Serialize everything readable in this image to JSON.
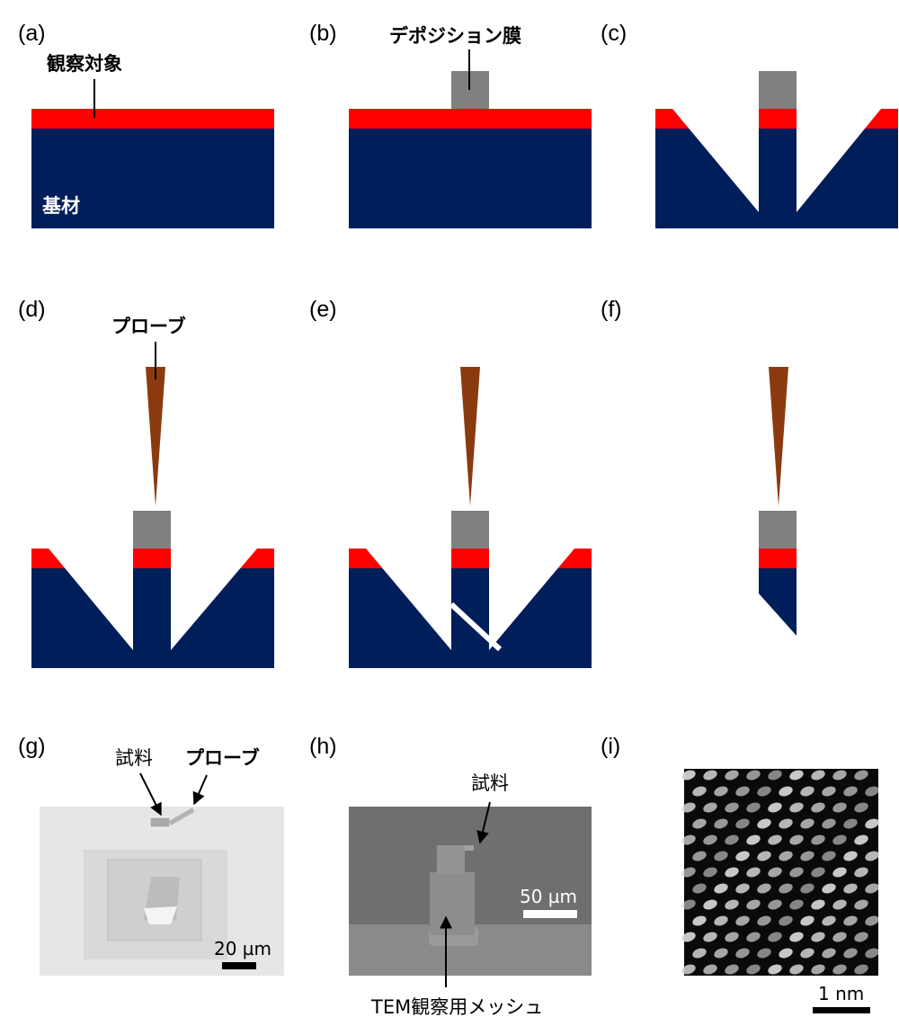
{
  "panels": {
    "a": {
      "tag": "(a)",
      "target_label": "観察対象",
      "substrate_label": "基材"
    },
    "b": {
      "tag": "(b)",
      "deposition_label": "デポジション膜"
    },
    "c": {
      "tag": "(c)"
    },
    "d": {
      "tag": "(d)",
      "probe_label": "プローブ"
    },
    "e": {
      "tag": "(e)"
    },
    "f": {
      "tag": "(f)"
    },
    "g": {
      "tag": "(g)",
      "sample_label": "試料",
      "probe_label": "プローブ",
      "scale_label": "20 µm"
    },
    "h": {
      "tag": "(h)",
      "sample_label": "試料",
      "mesh_label": "TEM観察用メッシュ",
      "scale_label": "50 µm"
    },
    "i": {
      "tag": "(i)",
      "scale_label": "1 nm"
    }
  },
  "colors": {
    "substrate": "#001e5a",
    "target": "#ff0000",
    "deposition": "#808080",
    "probe": "#8b3a10"
  }
}
